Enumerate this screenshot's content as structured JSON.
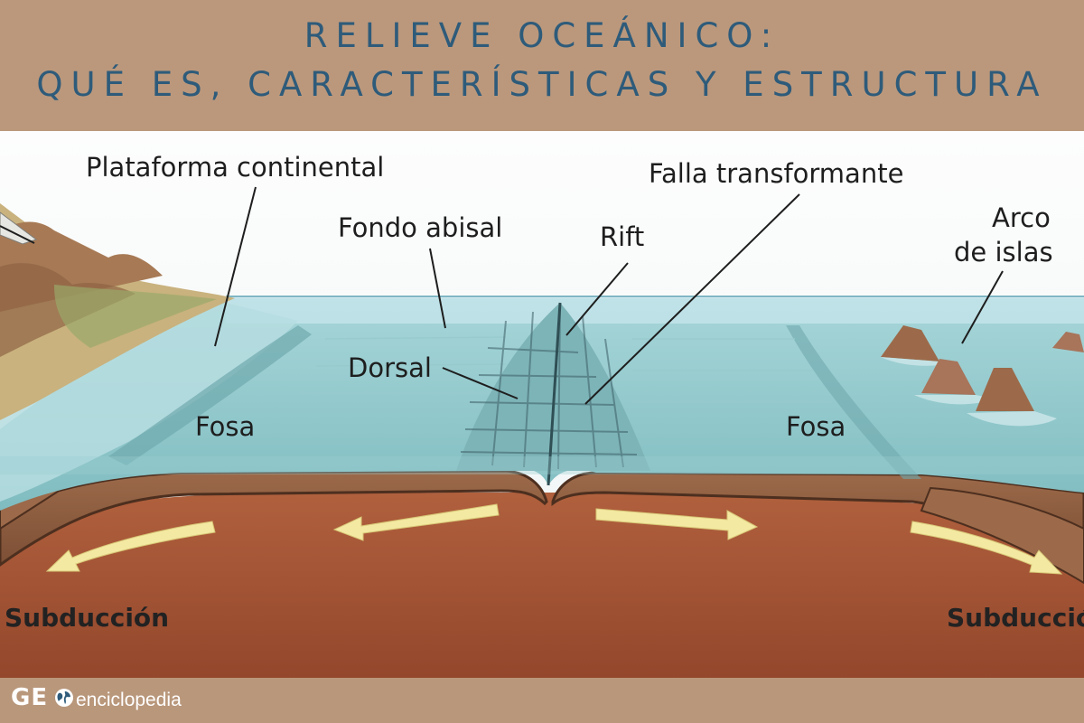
{
  "header": {
    "title_line1": "RELIEVE OCEÁNICO:",
    "title_line2": "QUÉ ES, CARACTERÍSTICAS Y ESTRUCTURA"
  },
  "diagram": {
    "labels": {
      "plataforma": "Plataforma continental",
      "fondo": "Fondo abisal",
      "rift": "Rift",
      "falla": "Falla transformante",
      "arco_line1": "Arco",
      "arco_line2": "de islas",
      "dorsal": "Dorsal",
      "fosa_left": "Fosa",
      "fosa_right": "Fosa",
      "subduccion_left": "Subducción",
      "subduccion_right": "Subducción"
    },
    "colors": {
      "sea_surface": "#bfe3ea",
      "water": "#8fc8cc",
      "crust": "#8a5a3c",
      "mantle": "#a8583a",
      "arrow": "#f4e9a2"
    }
  },
  "footer": {
    "logo_geo": "GE",
    "logo_enciclopedia": "enciclopedia"
  }
}
